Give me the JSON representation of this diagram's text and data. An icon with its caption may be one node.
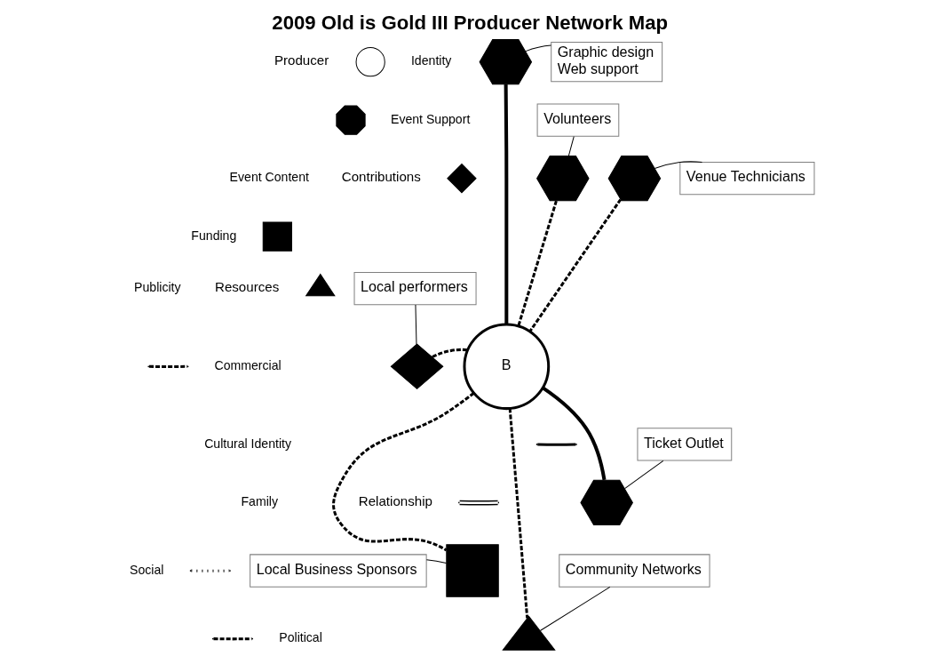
{
  "diagram": {
    "title": "2009 Old is Gold III Producer Network Map",
    "nodes": [
      {
        "text": [],
        "shape": "circle"
      },
      {
        "text": [],
        "shape": "octagon"
      },
      {
        "text": [],
        "shape": "diamond"
      },
      {
        "text": [],
        "shape": "box"
      },
      {
        "text": [],
        "shape": "triangle"
      },
      {
        "text": [
          "Graphic design",
          "Web support"
        ]
      },
      {
        "text": [],
        "shape": "hexagon"
      },
      {
        "text": [
          "Volunteers"
        ]
      },
      {
        "text": [],
        "shape": "hexagon"
      },
      {
        "text": [
          "Venue Technicians"
        ]
      },
      {
        "text": [],
        "shape": "hexagon"
      },
      {
        "text": [
          "B"
        ]
      },
      {
        "text": [
          "Local performers"
        ]
      },
      {
        "text": [
          "Ticket Outlet"
        ]
      },
      {
        "text": [],
        "shape": "diamond"
      },
      {
        "text": [],
        "shape": "hexagon"
      },
      {
        "text": [
          "Community Networks"
        ]
      },
      {
        "text": [
          "Local Business Sponsors"
        ]
      },
      {
        "text": [],
        "shape": "box"
      },
      {
        "text": [],
        "shape": "triangle"
      }
    ],
    "edges": [
      {
        "from": 11,
        "to": 6,
        "arrow": "none",
        "style": "thick"
      },
      {
        "from": 11,
        "to": 8,
        "arrow": "none",
        "style": "dashed"
      },
      {
        "from": 11,
        "to": 10,
        "arrow": "none",
        "style": "dashed"
      },
      {
        "from": 11,
        "to": 14,
        "arrow": "none",
        "style": "dashed"
      },
      {
        "from": 11,
        "to": 15,
        "arrow": "none",
        "style": "thick"
      },
      {
        "from": 11,
        "to": 19,
        "arrow": "none",
        "style": "dashed"
      },
      {
        "from": 11,
        "to": 18,
        "arrow": "none",
        "style": "dashed"
      },
      {
        "from": 5,
        "to": 6,
        "arrow": "none"
      },
      {
        "from": 7,
        "to": 8,
        "arrow": "none"
      },
      {
        "from": 9,
        "to": 10,
        "arrow": "none"
      },
      {
        "from": 12,
        "to": 14,
        "arrow": "none"
      },
      {
        "from": 13,
        "to": 15,
        "arrow": "none"
      },
      {
        "from": 16,
        "to": 19,
        "arrow": "none"
      },
      {
        "from": 17,
        "to": 18,
        "arrow": "none"
      }
    ],
    "labels": [
      "Producer",
      "Contributions",
      "Resources",
      "Relationship"
    ],
    "legend": [
      {
        "text": "Identity"
      },
      {
        "text": "Event Support"
      },
      {
        "text": "Event Content"
      },
      {
        "text": "Funding"
      },
      {
        "text": "Publicity"
      },
      {
        "text": "Commercial"
      },
      {
        "text": "Cultural Identity"
      },
      {
        "text": "Family"
      },
      {
        "text": "Social"
      },
      {
        "text": "Political"
      }
    ]
  }
}
